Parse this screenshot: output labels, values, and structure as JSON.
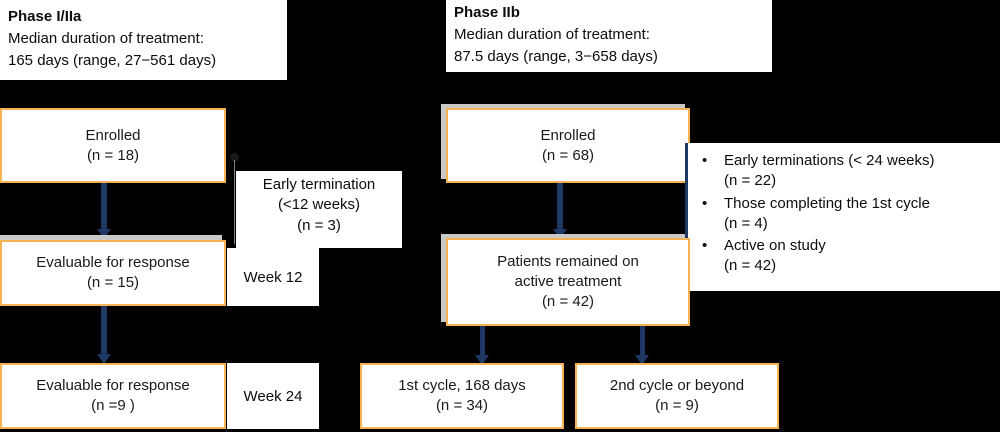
{
  "colors": {
    "background": "#000000",
    "box_fill": "#ffffff",
    "box_border": "#f6b352",
    "arrow": "#1f3864",
    "shadow": "#c9c9c9",
    "text": "#0d0d0d"
  },
  "headers": {
    "left": {
      "title": "Phase I/IIa",
      "line1": "Median duration of treatment:",
      "line2": "165 days (range, 27−561 days)"
    },
    "right": {
      "title": "Phase IIb",
      "line1": "Median duration of treatment:",
      "line2": "87.5 days (range, 3−658 days)"
    }
  },
  "left_flow": {
    "enrolled": {
      "line1": "Enrolled",
      "line2": "(n = 18)"
    },
    "early_termination": {
      "line1": "Early termination",
      "line2": "(<12 weeks)",
      "line3": "(n = 3)"
    },
    "week12_box": {
      "line1": "Evaluable for response",
      "line2": "(n = 15)"
    },
    "week12_label": "Week 12",
    "week24_box": {
      "line1": "Evaluable for response",
      "line2": "(n =9 )"
    },
    "week24_label": "Week 24"
  },
  "right_flow": {
    "enrolled": {
      "line1": "Enrolled",
      "line2": "(n = 68)"
    },
    "active": {
      "line1": "Patients remained on",
      "line2": "active treatment",
      "line3": "(n = 42)"
    },
    "cycle1": {
      "line1": "1st cycle, 168 days",
      "line2": "(n = 34)"
    },
    "cycle2": {
      "line1": "2nd cycle or beyond",
      "line2": "(n = 9)"
    },
    "bullets": [
      {
        "bullet": "•",
        "l1": "Early terminations (< 24 weeks)",
        "l2": "(n = 22)"
      },
      {
        "bullet": "•",
        "l1": "Those completing the 1st cycle",
        "l2": "(n = 4)"
      },
      {
        "bullet": "•",
        "l1": "Active on study",
        "l2": "(n = 42)"
      }
    ]
  }
}
